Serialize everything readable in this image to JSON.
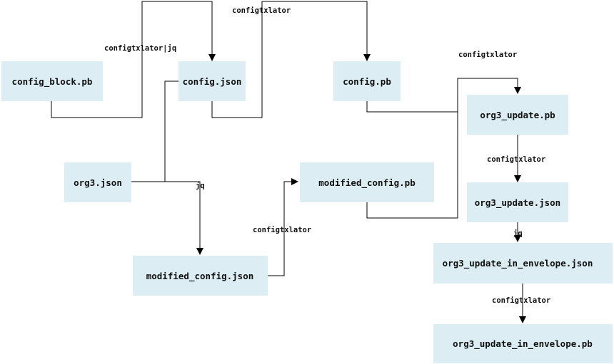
{
  "nodes": {
    "config_block_pb": "config_block.pb",
    "config_json": "config.json",
    "config_pb": "config.pb",
    "org3_update_pb": "org3_update.pb",
    "org3_json": "org3.json",
    "modified_config_pb": "modified_config.pb",
    "org3_update_json": "org3_update.json",
    "modified_config_json": "modified_config.json",
    "org3_update_in_envelope_json": "org3_update_in_envelope.json",
    "org3_update_in_envelope_pb": "org3_update_in_envelope.pb"
  },
  "edge_labels": {
    "configtxlator_jq": "configtxlator|jq",
    "configtxlator_top": "configtxlator",
    "configtxlator_right": "configtxlator",
    "configtxlator_update_json": "configtxlator",
    "jq_merge": "jq",
    "configtxlator_modified": "configtxlator",
    "jq_envelope": "jq",
    "configtxlator_envelope": "configtxlator"
  },
  "colors": {
    "node_fill": "#dcedf3",
    "edge": "#000000",
    "text": "#111111"
  }
}
